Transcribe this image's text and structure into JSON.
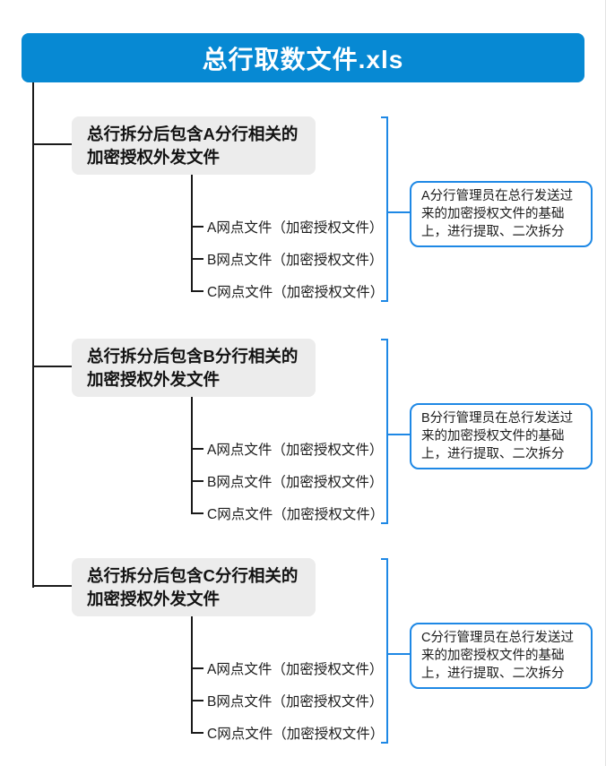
{
  "root": {
    "title": "总行取数文件.xls"
  },
  "colors": {
    "title_bg": "#0789d3",
    "note_border": "#1e88e5",
    "branch_box_bg": "#ececec",
    "line": "#1a1a1a"
  },
  "branches": [
    {
      "id": "A",
      "title_line1": "总行拆分后包含A分行相关的",
      "title_line2": "加密授权外发文件",
      "leaves": [
        "A网点文件（加密授权文件）",
        "B网点文件（加密授权文件）",
        "C网点文件（加密授权文件）"
      ],
      "note_line1": "A分行管理员在总行发送过",
      "note_line2": "来的加密授权文件的基础",
      "note_line3": "上，进行提取、二次拆分"
    },
    {
      "id": "B",
      "title_line1": "总行拆分后包含B分行相关的",
      "title_line2": "加密授权外发文件",
      "leaves": [
        "A网点文件（加密授权文件）",
        "B网点文件（加密授权文件）",
        "C网点文件（加密授权文件）"
      ],
      "note_line1": "B分行管理员在总行发送过",
      "note_line2": "来的加密授权文件的基础",
      "note_line3": "上，进行提取、二次拆分"
    },
    {
      "id": "C",
      "title_line1": "总行拆分后包含C分行相关的",
      "title_line2": "加密授权外发文件",
      "leaves": [
        "A网点文件（加密授权文件）",
        "B网点文件（加密授权文件）",
        "C网点文件（加密授权文件）"
      ],
      "note_line1": "C分行管理员在总行发送过",
      "note_line2": "来的加密授权文件的基础",
      "note_line3": "上，进行提取、二次拆分"
    }
  ]
}
